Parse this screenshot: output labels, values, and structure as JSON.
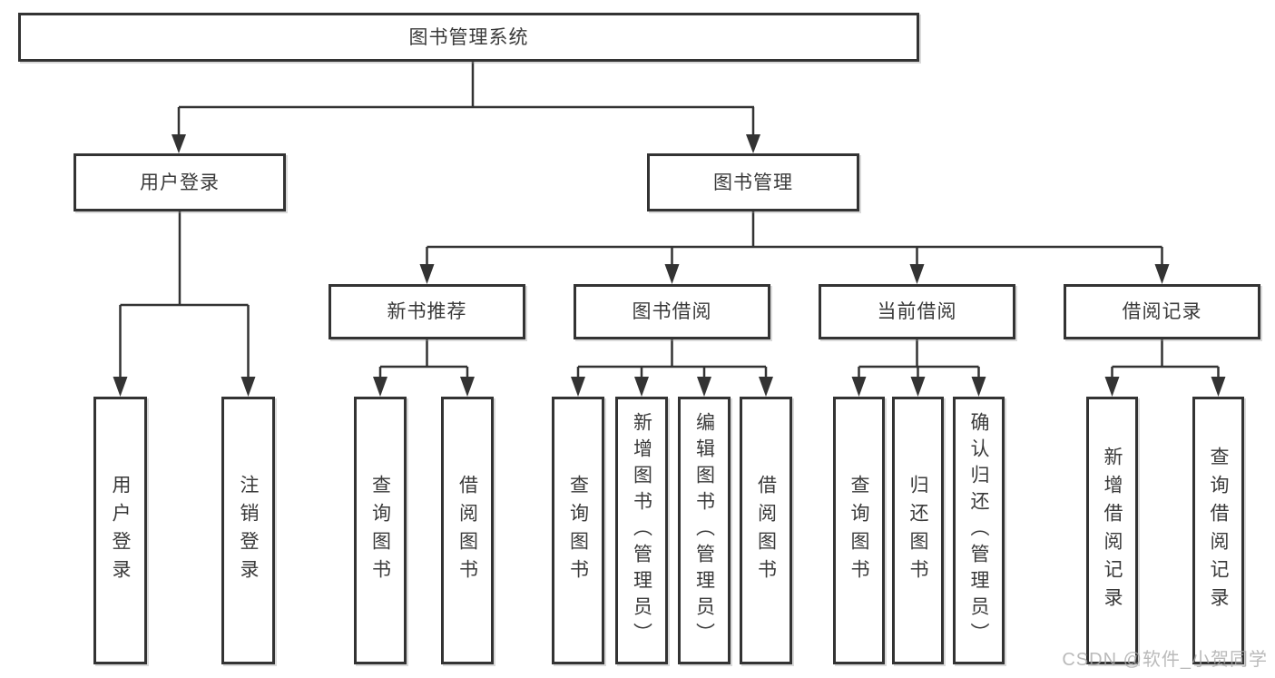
{
  "diagram": {
    "root": {
      "label": "图书管理系统",
      "children": [
        {
          "label": "用户登录",
          "children": [
            {
              "label": "用户登录"
            },
            {
              "label": "注销登录"
            }
          ]
        },
        {
          "label": "图书管理",
          "children": [
            {
              "label": "新书推荐",
              "children": [
                {
                  "label": "查询图书"
                },
                {
                  "label": "借阅图书"
                }
              ]
            },
            {
              "label": "图书借阅",
              "children": [
                {
                  "label": "查询图书"
                },
                {
                  "label": "新增图书（管理员）"
                },
                {
                  "label": "编辑图书（管理员）"
                },
                {
                  "label": "借阅图书"
                }
              ]
            },
            {
              "label": "当前借阅",
              "children": [
                {
                  "label": "查询图书"
                },
                {
                  "label": "归还图书"
                },
                {
                  "label": "确认归还（管理员）"
                }
              ]
            },
            {
              "label": "借阅记录",
              "children": [
                {
                  "label": "新增借阅记录"
                },
                {
                  "label": "查询借阅记录"
                }
              ]
            }
          ]
        }
      ]
    }
  },
  "watermark": {
    "text": "CSDN @软件_小贺同学"
  },
  "colors": {
    "line": "#333333",
    "box_border": "#333333",
    "text": "#3a3a3a",
    "watermark": "#a9a9a9",
    "background": "#ffffff"
  }
}
